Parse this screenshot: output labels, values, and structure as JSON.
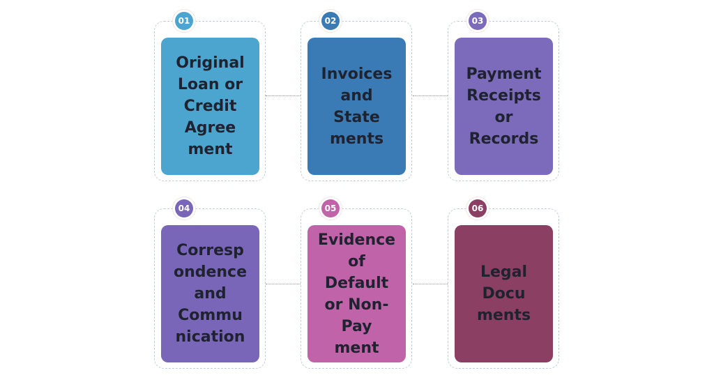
{
  "steps": [
    {
      "number": "01",
      "label": "Original\nLoan or\nCredit\nAgree\nment",
      "color": "#4ba5cf"
    },
    {
      "number": "02",
      "label": "Invoices\nand\nState\nments",
      "color": "#3a7bb6"
    },
    {
      "number": "03",
      "label": "Payment\nReceipts\nor\nRecords",
      "color": "#7c6abb"
    },
    {
      "number": "04",
      "label": "Corresp\nondence\nand\nCommu\nnication",
      "color": "#7a66b9"
    },
    {
      "number": "05",
      "label": "Evidence\nof\nDefault\nor Non-\nPay\nment",
      "color": "#c163a9"
    },
    {
      "number": "06",
      "label": "Legal\nDocu\nments",
      "color": "#8b3f62"
    }
  ]
}
